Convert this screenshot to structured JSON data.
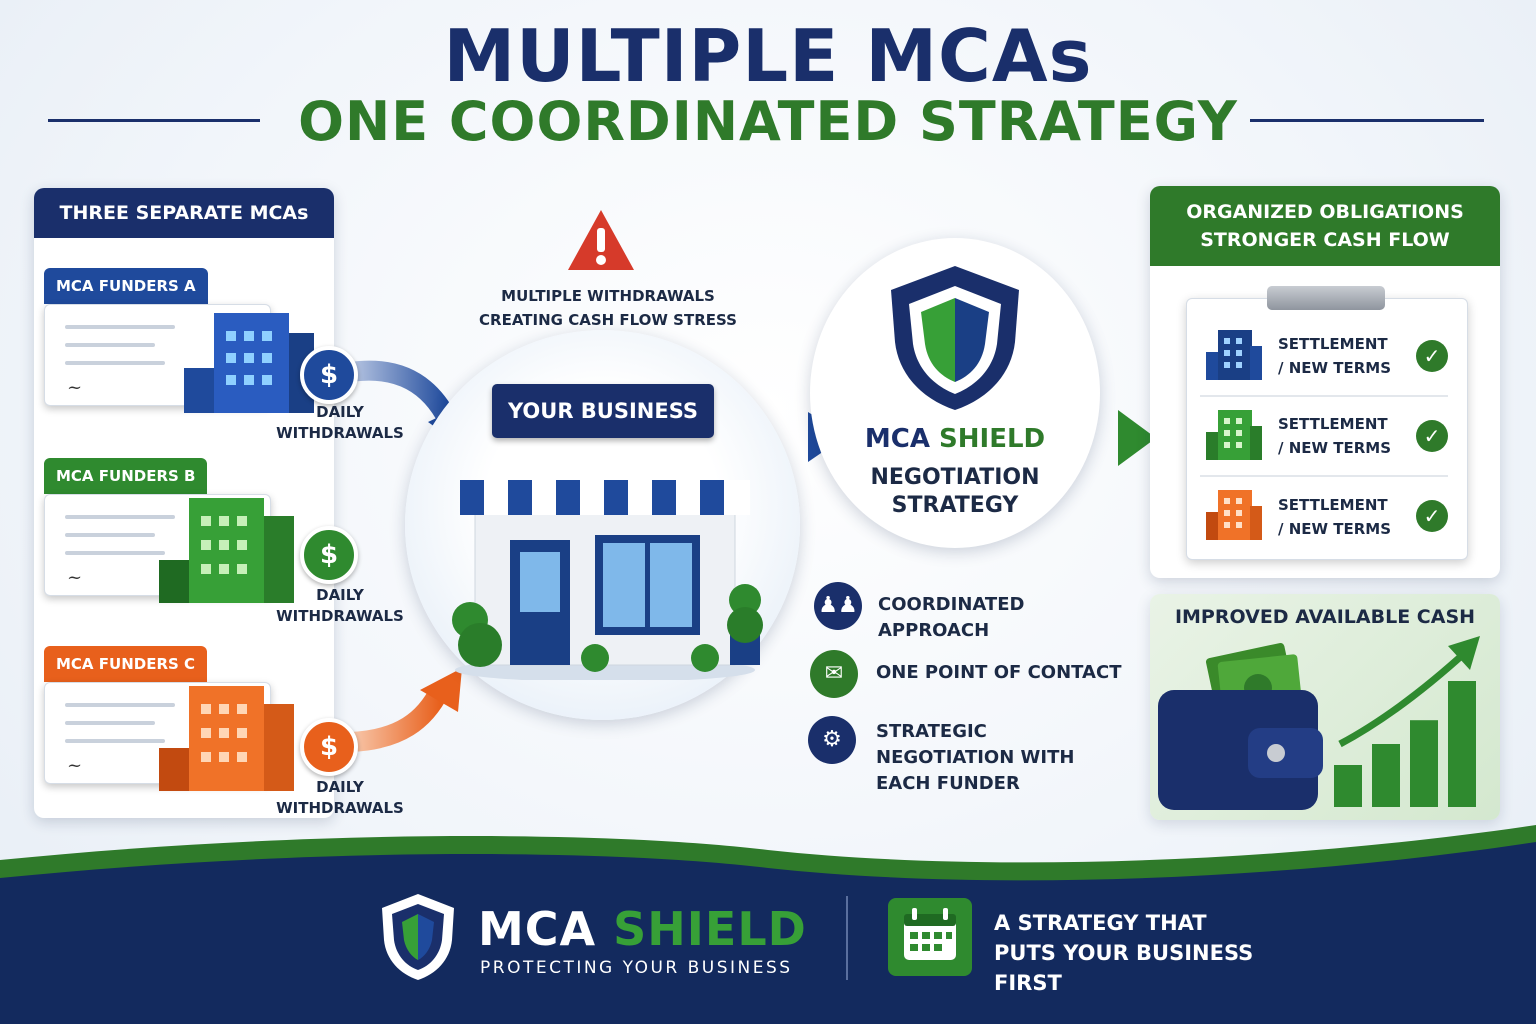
{
  "header": {
    "title": "MULTIPLE MCAs",
    "subtitle": "ONE COORDINATED STRATEGY"
  },
  "left_panel": {
    "heading": "THREE SEPARATE MCAs",
    "funders": [
      {
        "label": "MCA FUNDERS A",
        "color": "#1f4a9c",
        "withdrawal_label": "DAILY WITHDRAWALS"
      },
      {
        "label": "MCA FUNDERS B",
        "color": "#2f8a2f",
        "withdrawal_label": "DAILY WITHDRAWALS"
      },
      {
        "label": "MCA FUNDERS C",
        "color": "#e8601c",
        "withdrawal_label": "DAILY WITHDRAWALS"
      }
    ],
    "coin_symbol": "$"
  },
  "center": {
    "warning_text": "MULTIPLE WITHDRAWALS CREATING CASH FLOW STRESS",
    "business_sign": "YOUR BUSINESS"
  },
  "shield": {
    "brand_part1": "MCA",
    "brand_part2": "SHIELD",
    "subtitle": "NEGOTIATION STRATEGY"
  },
  "features": [
    {
      "icon": "people-icon",
      "text": "COORDINATED APPROACH",
      "color": "#1a2f6b"
    },
    {
      "icon": "chat-icon",
      "text": "ONE POINT OF CONTACT",
      "color": "#2f7a2a"
    },
    {
      "icon": "gear-icon",
      "text": "STRATEGIC NEGOTIATION WITH EACH FUNDER",
      "color": "#1a2f6b"
    }
  ],
  "right_panel": {
    "heading": "ORGANIZED OBLIGATIONS STRONGER CASH FLOW",
    "rows": [
      {
        "text": "SETTLEMENT / NEW TERMS",
        "color": "#1f4a9c"
      },
      {
        "text": "SETTLEMENT / NEW TERMS",
        "color": "#2f8a2f"
      },
      {
        "text": "SETTLEMENT / NEW TERMS",
        "color": "#e8601c"
      }
    ]
  },
  "cash_panel": {
    "heading": "IMPROVED AVAILABLE CASH",
    "bar_levels": [
      0.3,
      0.45,
      0.62,
      0.9
    ]
  },
  "footer": {
    "brand_part1": "MCA",
    "brand_part2": "SHIELD",
    "tagline": "PROTECTING YOUR BUSINESS",
    "message": "A STRATEGY THAT PUTS YOUR BUSINESS FIRST"
  },
  "colors": {
    "navy": "#1a2f6b",
    "green": "#2f7a2a",
    "orange": "#e8601c"
  }
}
